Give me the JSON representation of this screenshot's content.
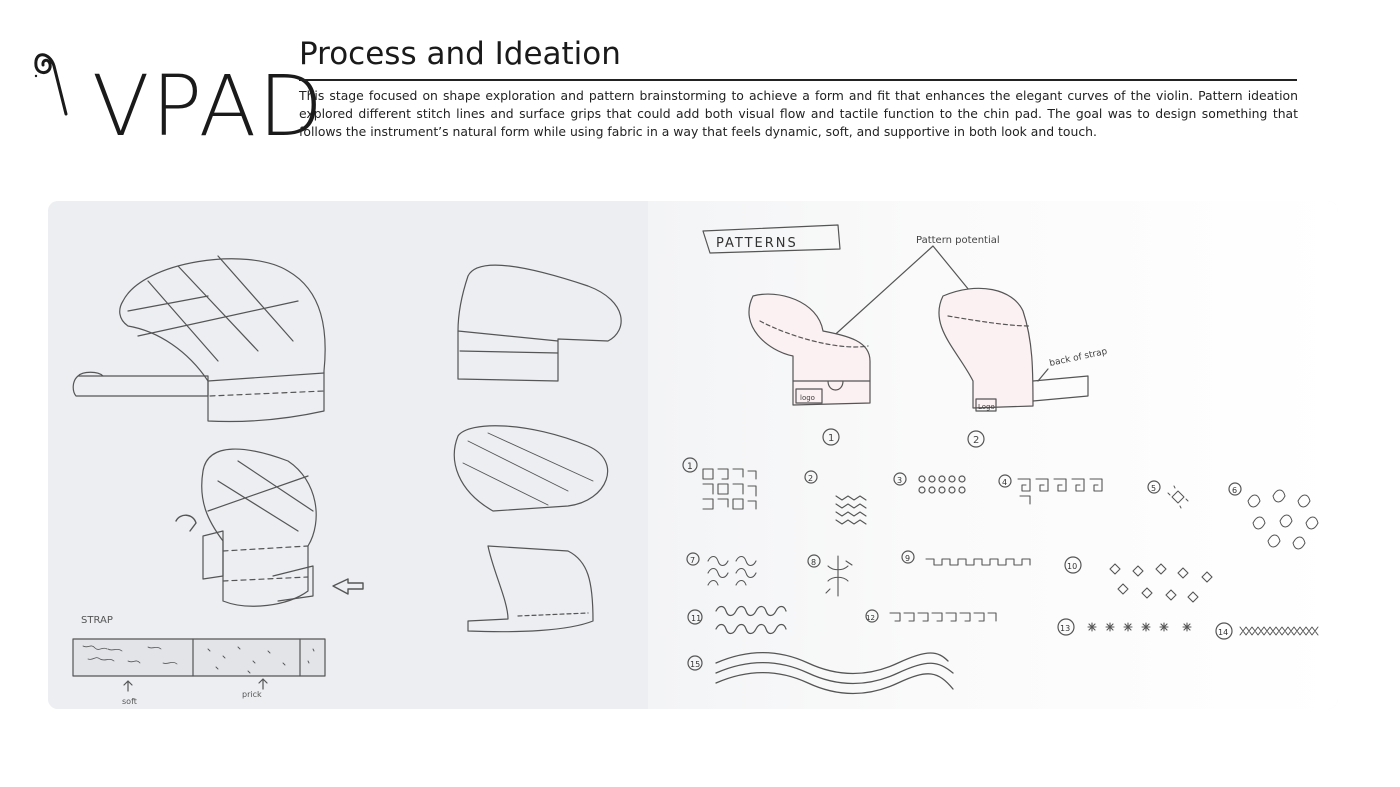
{
  "brand": {
    "logo_text": "VPAD"
  },
  "header": {
    "title": "Process and Ideation",
    "description": "This stage focused on shape exploration and pattern brainstorming to achieve a form and fit that enhances the elegant curves of the violin. Pattern ideation explored different stitch lines and surface grips that could add both visual flow and tactile function to the chin pad. The goal was to design something that follows the instrument’s natural form while using fabric in a way that feels dynamic, soft, and supportive in both look and touch."
  },
  "sketch": {
    "patterns_label": "PATTERNS",
    "pattern_potential": "Pattern potential",
    "back_of_strap": "back of strap",
    "strap_label": "STRAP",
    "soft_label": "soft",
    "prick_label": "prick",
    "logo_tag_1": "logo",
    "logo_tag_2": "Logo",
    "variant_numbers": [
      "1",
      "2"
    ],
    "pattern_numbers": [
      "1",
      "2",
      "3",
      "4",
      "5",
      "6",
      "7",
      "8",
      "9",
      "10",
      "11",
      "12",
      "13",
      "14",
      "15"
    ]
  }
}
